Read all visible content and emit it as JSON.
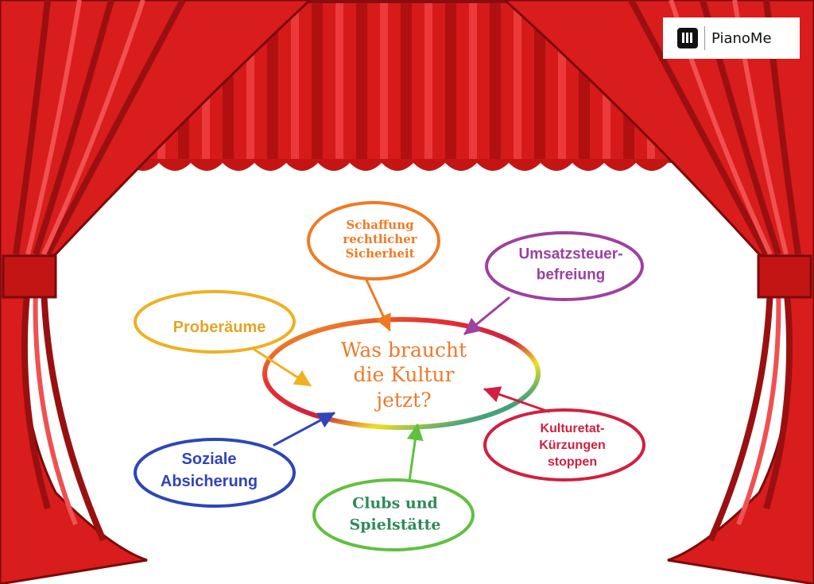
{
  "logo": {
    "text": "PianoMe"
  },
  "center": {
    "lines": [
      "Was braucht",
      "die Kultur",
      "jetzt?"
    ]
  },
  "bubbles": {
    "schaffung": {
      "lines": [
        "Schaffung",
        "rechtlicher",
        "Sicherheit"
      ],
      "color": "#f07a22"
    },
    "umsatz": {
      "lines": [
        "Umsatzsteuer-",
        "befreiung"
      ],
      "color": "#9b3fa3"
    },
    "probe": {
      "lines": [
        "Proberäume"
      ],
      "color": "#e3a526"
    },
    "soziale": {
      "lines": [
        "Soziale",
        "Absicherung"
      ],
      "color": "#2f45b8"
    },
    "clubs": {
      "lines": [
        "Clubs und",
        "Spielstätte"
      ],
      "color": "#2e8b57"
    },
    "kultur": {
      "lines": [
        "Kulturetat-",
        "Kürzungen",
        "stoppen"
      ],
      "color": "#d1203f"
    }
  },
  "colors": {
    "curtain": "#d91c1c",
    "curtain_dark": "#8a0d0d",
    "curtain_light": "#f04848"
  }
}
